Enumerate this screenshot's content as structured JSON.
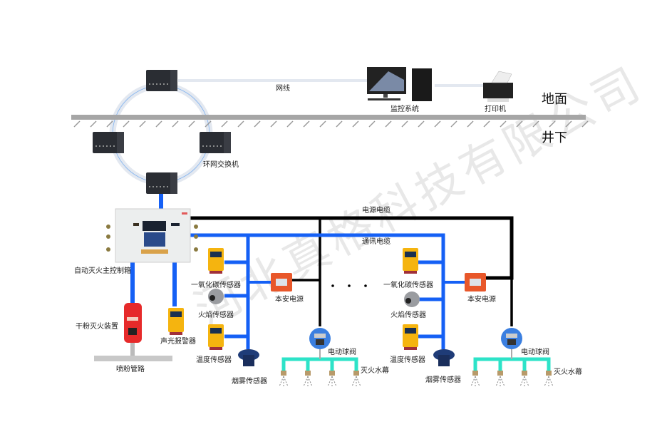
{
  "zones": {
    "above_ground": "地面",
    "underground": "井下"
  },
  "cables": {
    "network_cable": "网线",
    "power_cable": "电源电缆",
    "comm_cable": "通讯电缆"
  },
  "equipment": {
    "monitoring_system": "监控系统",
    "printer": "打印机",
    "ring_switch": "环网交换机",
    "main_controller": "自动灭火主控制箱",
    "dry_powder_device": "干粉灭火装置",
    "powder_pipe": "喷粉管路",
    "audio_visual_alarm": "声光报警器"
  },
  "sensor_groups": [
    {
      "co_sensor": "一氧化碳传感器",
      "flame_sensor": "火焰传感器",
      "temp_sensor": "温度传感器",
      "smoke_sensor": "烟雾传感器",
      "power_supply": "本安电源",
      "ball_valve": "电动球阀",
      "water_curtain": "灭火水幕"
    },
    {
      "co_sensor": "一氧化碳传感器",
      "flame_sensor": "火焰传感器",
      "temp_sensor": "温度传感器",
      "smoke_sensor": "烟雾传感器",
      "power_supply": "本安电源",
      "ball_valve": "电动球阀",
      "water_curtain": "灭火水幕"
    }
  ],
  "ellipsis": "· · ·",
  "watermark": "河北真格科技有限公司",
  "colors": {
    "comm_line": "#1560f5",
    "power_line": "#000000",
    "water_pipe": "#2de3c8",
    "ground": "#a6a6a6",
    "ring": "#e3e8f0",
    "sensor_yellow": "#f5b40f",
    "power_box": "#e8572a",
    "extinguisher": "#e62a2a"
  }
}
